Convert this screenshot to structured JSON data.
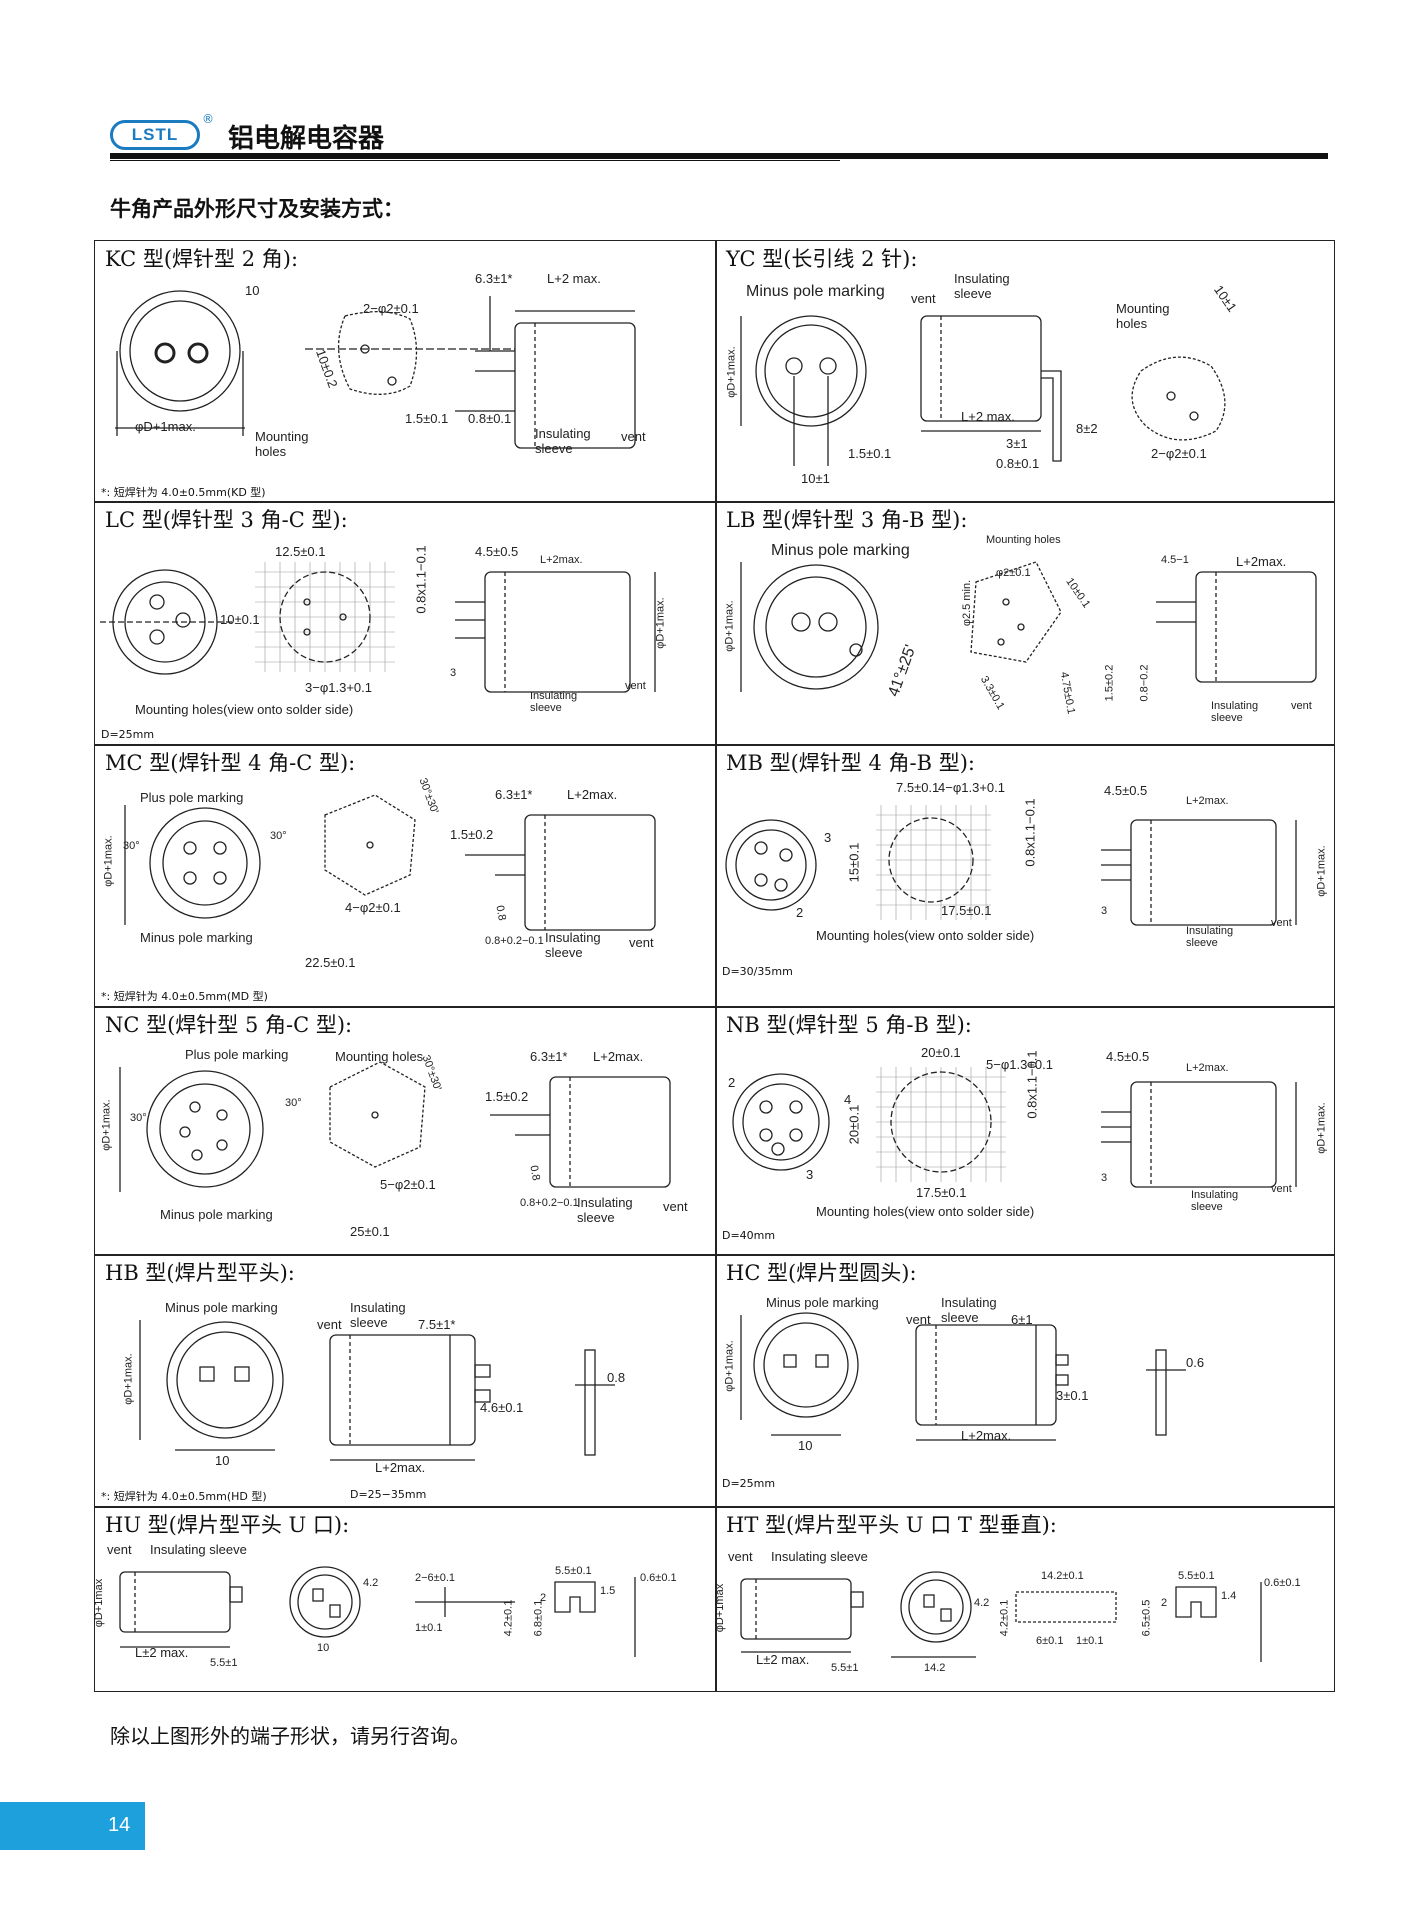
{
  "header": {
    "logo": "LSTL",
    "registered": "®",
    "title": "铝电解电容器"
  },
  "section_title": "牛角产品外形尺寸及安装方式：",
  "cells": {
    "kc": {
      "title": "KC 型(焊针型 2 角):",
      "note": "*: 短焊针为 4.0±0.5mm(KD 型)",
      "labels": {
        "dim1": "6.3±1*",
        "dim2": "L+2 max.",
        "dim3": "2−φ2±0.1",
        "dim4": "10±0.2",
        "dim5": "1.5±0.1",
        "dim6": "0.8±0.1",
        "dim7": "φD+1max.",
        "mh": "Mounting holes",
        "ins": "Insulating sleeve",
        "vent": "vent",
        "top": "10"
      }
    },
    "yc": {
      "title": "YC 型(长引线 2 针):",
      "labels": {
        "mpm": "Minus pole marking",
        "vent": "vent",
        "ins": "Insulating sleeve",
        "mh": "Mounting holes",
        "d1": "10±1",
        "d2": "φD+1max.",
        "d3": "L+2 max.",
        "d4": "1.5±0.1",
        "d5": "3±1",
        "d6": "8±2",
        "d7": "0.8±0.1",
        "d8": "2−φ2±0.1",
        "d9": "10±1"
      }
    },
    "lc": {
      "title": "LC 型(焊针型 3 角-C 型):",
      "note": "D=25mm",
      "labels": {
        "d1": "12.5±0.1",
        "d2": "10±0.1",
        "d3": "3−φ1.3+0.1",
        "mh": "Mounting holes(view onto solder side)",
        "d4": "0.8x1.1−0.1",
        "d5": "4.5±0.5",
        "d6": "L+2max.",
        "d7": "φD+1max.",
        "d8": "3",
        "ins": "Insulating sleeve",
        "vent": "vent"
      }
    },
    "lb": {
      "title": "LB 型(焊针型 3 角-B 型):",
      "labels": {
        "mpm": "Minus pole marking",
        "mh": "Mounting holes",
        "d1": "φ2±0.1",
        "d2": "10±0.1",
        "d3": "φ2.5 min.",
        "d4": "3.3±0.1",
        "d5": "4.75±0.1",
        "d6": "1.5±0.2",
        "d7": "0.8−0.2",
        "d8": "4.5−1",
        "d9": "L+2max.",
        "d10": "φD+1max.",
        "d11": "41°±25'",
        "ins": "Insulating sleeve",
        "vent": "vent"
      }
    },
    "mc": {
      "title": "MC 型(焊针型 4 角-C 型):",
      "note": "*: 短焊针为 4.0±0.5mm(MD 型)",
      "labels": {
        "ppm": "Plus pole marking",
        "mpm": "Minus pole marking",
        "d1": "φD+1max.",
        "a1": "30°",
        "a2": "30°",
        "a3": "30°±30'",
        "d2": "4−φ2±0.1",
        "d3": "22.5±0.1",
        "d4": "6.3±1*",
        "d5": "L+2max.",
        "d6": "1.5±0.2",
        "d7": "0.8",
        "d8": "0.8+0.2−0.1",
        "ins": "Insulating sleeve",
        "vent": "vent"
      }
    },
    "mb": {
      "title": "MB 型(焊针型 4 角-B 型):",
      "note": "D=30/35mm",
      "labels": {
        "d1": "7.5±0.1",
        "d2": "4−φ1.3+0.1",
        "d3": "15±0.1",
        "d4": "17.5±0.1",
        "n3": "3",
        "n2": "2",
        "mh": "Mounting holes(view onto solder side)",
        "d5": "0.8x1.1−0.1",
        "d6": "4.5±0.5",
        "d7": "L+2max.",
        "d8": "φD+1max.",
        "d9": "3",
        "ins": "Insulating sleeve",
        "vent": "vent"
      }
    },
    "nc": {
      "title": "NC 型(焊针型 5 角-C 型):",
      "labels": {
        "ppm": "Plus pole marking",
        "mh": "Mounting holes",
        "mpm": "Minus pole marking",
        "d1": "φD+1max.",
        "a1": "30°",
        "a2": "30°",
        "a3": "30°±30'",
        "d2": "5−φ2±0.1",
        "d3": "25±0.1",
        "d4": "6.3±1*",
        "d5": "L+2max.",
        "d6": "1.5±0.2",
        "d7": "0.8",
        "d8": "0.8+0.2−0.1",
        "ins": "Insulating sleeve",
        "vent": "vent"
      }
    },
    "nb": {
      "title": "NB 型(焊针型 5 角-B 型):",
      "note": "D=40mm",
      "labels": {
        "d1": "20±0.1",
        "d2": "5−φ1.3+0.1",
        "d3": "20±0.1",
        "d4": "17.5±0.1",
        "n2": "2",
        "n3": "3",
        "n4": "4",
        "mh": "Mounting holes(view onto solder side)",
        "d5": "0.8x1.1−0.1",
        "d6": "4.5±0.5",
        "d7": "L+2max.",
        "d8": "φD+1max.",
        "d9": "3",
        "ins": "Insulating sleeve",
        "vent": "vent"
      }
    },
    "hb": {
      "title": "HB 型(焊片型平头):",
      "note": "*: 短焊针为 4.0±0.5mm(HD 型)",
      "note2": "D=25−35mm",
      "labels": {
        "mpm": "Minus pole marking",
        "ins": "Insulating sleeve",
        "vent": "vent",
        "d1": "7.5±1*",
        "d2": "φD+1max.",
        "d3": "10",
        "d4": "L+2max.",
        "d5": "4.6±0.1",
        "d6": "0.8"
      }
    },
    "hc": {
      "title": "HC 型(焊片型圆头):",
      "note": "D=25mm",
      "labels": {
        "mpm": "Minus pole marking",
        "ins": "Insulating sleeve",
        "vent": "vent",
        "d1": "6±1",
        "d2": "φD+1max.",
        "d3": "10",
        "d4": "L+2max.",
        "d5": "3±0.1",
        "d6": "0.6"
      }
    },
    "hu": {
      "title": "HU 型(焊片型平头 U 口):",
      "labels": {
        "vent": "vent",
        "ins": "Insulating sleeve",
        "d1": "φD+1max",
        "d2": "L±2 max.",
        "d3": "5.5±1",
        "d4": "4.2",
        "d5": "10",
        "d6": "2−6±0.1",
        "d7": "1±0.1",
        "d8": "4.2±0.1",
        "d9": "6.8±0.1",
        "d10": "5.5±0.1",
        "d11": "1.5",
        "d12": "2",
        "d13": "0.6±0.1"
      }
    },
    "ht": {
      "title": "HT 型(焊片型平头 U 口 T 型垂直):",
      "labels": {
        "vent": "vent",
        "ins": "Insulating sleeve",
        "d1": "φD+1max",
        "d2": "L±2 max.",
        "d3": "5.5±1",
        "d4": "4.2",
        "d5": "14.2",
        "d6": "14.2±0.1",
        "d7": "4.2±0.1",
        "d8": "6±0.1",
        "d9": "1±0.1",
        "d10": "6.5±0.5",
        "d11": "5.5±0.1",
        "d12": "1.4",
        "d13": "2",
        "d14": "0.6±0.1"
      }
    }
  },
  "footer_text": "除以上图形外的端子形状，请另行咨询。",
  "page_number": "14",
  "colors": {
    "brand": "#1a7bc0",
    "page_badge": "#1ea0dc",
    "ink": "#222222"
  }
}
